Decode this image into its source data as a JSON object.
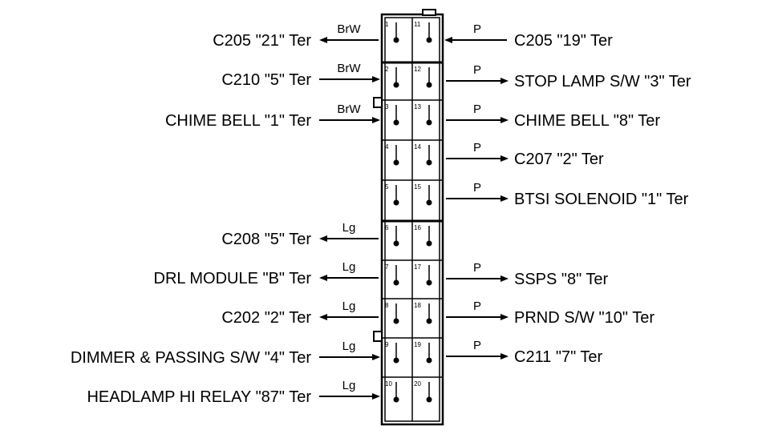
{
  "left": [
    {
      "label": "C205 \"21\" Ter",
      "wire": "BrW",
      "dir": "out",
      "pin": "1"
    },
    {
      "label": "C210 \"5\" Ter",
      "wire": "BrW",
      "dir": "in",
      "pin": "2"
    },
    {
      "label": "CHIME BELL \"1\" Ter",
      "wire": "BrW",
      "dir": "in",
      "pin": "3"
    },
    {
      "label": "C208 \"5\" Ter",
      "wire": "Lg",
      "dir": "out",
      "pin": "6"
    },
    {
      "label": "DRL MODULE \"B\" Ter",
      "wire": "Lg",
      "dir": "out",
      "pin": "7"
    },
    {
      "label": "C202 \"2\" Ter",
      "wire": "Lg",
      "dir": "out",
      "pin": "8"
    },
    {
      "label": "DIMMER & PASSING S/W \"4\" Ter",
      "wire": "Lg",
      "dir": "in",
      "pin": "9"
    },
    {
      "label": "HEADLAMP HI RELAY \"87\" Ter",
      "wire": "Lg",
      "dir": "in",
      "pin": "10"
    }
  ],
  "right": [
    {
      "label": "C205 \"19\" Ter",
      "wire": "P",
      "dir": "in",
      "pin": "11"
    },
    {
      "label": "STOP LAMP S/W \"3\" Ter",
      "wire": "P",
      "dir": "out",
      "pin": "12"
    },
    {
      "label": "CHIME BELL \"8\" Ter",
      "wire": "P",
      "dir": "out",
      "pin": "13"
    },
    {
      "label": "C207 \"2\" Ter",
      "wire": "P",
      "dir": "out",
      "pin": "14"
    },
    {
      "label": "BTSI SOLENOID \"1\" Ter",
      "wire": "P",
      "dir": "out",
      "pin": "15"
    },
    {
      "label": "SSPS \"8\" Ter",
      "wire": "P",
      "dir": "out",
      "pin": "17"
    },
    {
      "label": "PRND S/W \"10\" Ter",
      "wire": "P",
      "dir": "out",
      "pin": "18"
    },
    {
      "label": "C211 \"7\" Ter",
      "wire": "P",
      "dir": "out",
      "pin": "19"
    }
  ],
  "connector_pins": {
    "left_column": [
      "1",
      "2",
      "3",
      "4",
      "5",
      "6",
      "7",
      "8",
      "9",
      "10"
    ],
    "right_column": [
      "11",
      "12",
      "13",
      "14",
      "15",
      "16",
      "17",
      "18",
      "19",
      "20"
    ]
  }
}
